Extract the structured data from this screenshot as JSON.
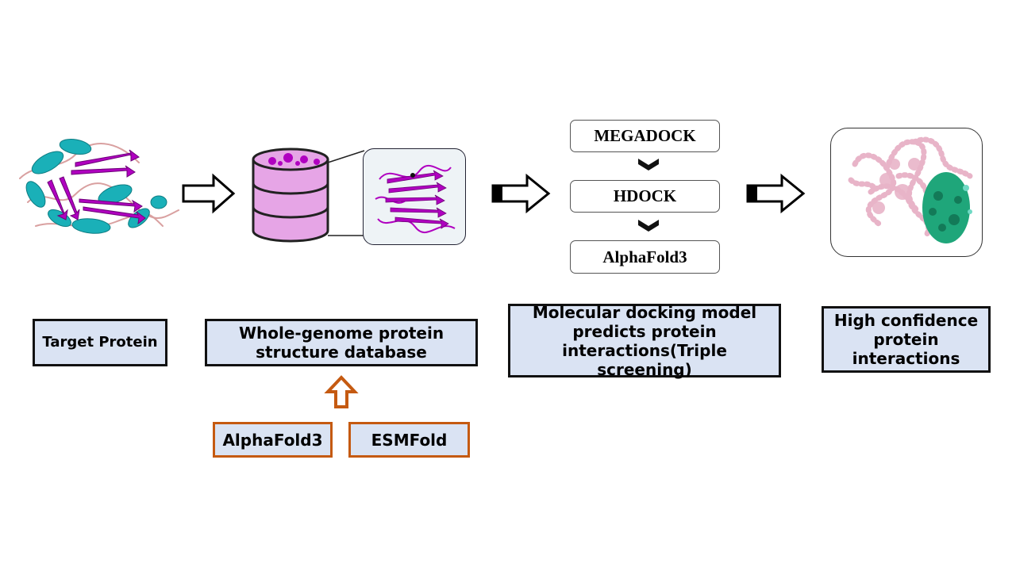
{
  "stages": {
    "target": {
      "label": "Target Protein"
    },
    "database": {
      "label": "Whole-genome protein structure database"
    },
    "docking": {
      "label": "Molecular docking model predicts protein interactions(Triple screening)"
    },
    "result": {
      "label": "High confidence protein interactions"
    }
  },
  "sources": [
    "AlphaFold3",
    "ESMFold"
  ],
  "docking_steps": [
    "MEGADOCK",
    "HDOCK",
    "AlphaFold3"
  ],
  "colors": {
    "label_fill": "#dae3f3",
    "label_border": "#111111",
    "source_border": "#c55a11",
    "helix": "#1ab0b8",
    "sheet": "#b000c0",
    "database_fill": "#e6a5e6",
    "complex_pink": "#e8b4c8",
    "complex_green": "#1fa67a"
  },
  "icons": [
    "protein-structure-image",
    "database-icon",
    "protein-zoom-image",
    "protein-complex-image"
  ]
}
